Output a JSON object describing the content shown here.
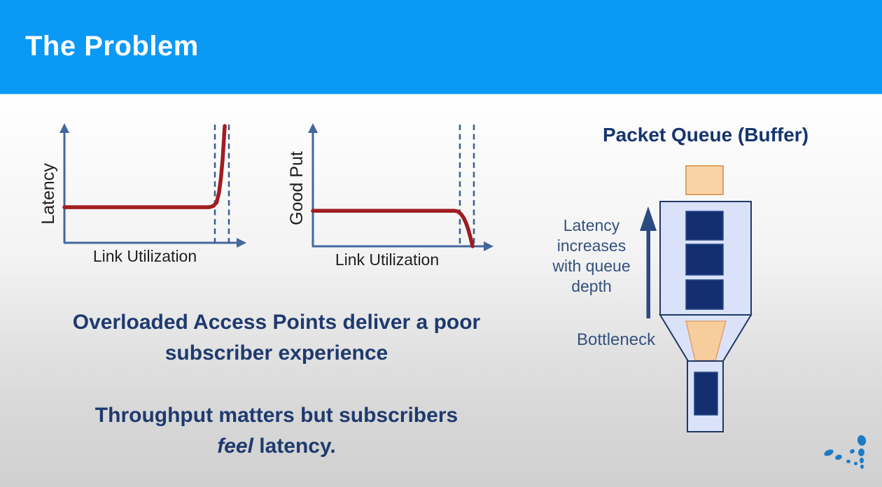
{
  "header": {
    "title": "The Problem"
  },
  "charts": [
    {
      "ylabel": "Latency",
      "xlabel": "Link Utilization"
    },
    {
      "ylabel": "Good Put",
      "xlabel": "Link Utilization"
    }
  ],
  "chart_data": [
    {
      "type": "line",
      "title": "",
      "xlabel": "Link Utilization",
      "ylabel": "Latency",
      "axes_numeric": false,
      "description": "Conceptual sketch: latency stays flat and low until link utilization approaches saturation, then rises almost vertically.",
      "annotations": [
        "two dashed vertical reference lines near full utilization"
      ],
      "line_color": "#a01d20",
      "x": [
        0,
        0.6,
        0.88,
        0.905,
        0.925,
        0.94,
        0.952,
        0.962,
        0.968,
        0.972,
        0.975
      ],
      "y": [
        0.305,
        0.305,
        0.305,
        0.315,
        0.345,
        0.43,
        0.56,
        0.72,
        0.85,
        0.94,
        1.0
      ]
    },
    {
      "type": "line",
      "title": "",
      "xlabel": "Link Utilization",
      "ylabel": "Good Put",
      "axes_numeric": false,
      "description": "Conceptual sketch: goodput stays flat until link utilization approaches saturation, then collapses to zero.",
      "annotations": [
        "two dashed vertical reference lines near full utilization"
      ],
      "line_color": "#a01d20",
      "x": [
        0,
        0.6,
        0.88,
        0.9,
        0.92,
        0.937,
        0.952,
        0.965,
        0.975,
        0.985,
        0.992
      ],
      "y": [
        0.295,
        0.295,
        0.295,
        0.29,
        0.268,
        0.235,
        0.19,
        0.14,
        0.09,
        0.04,
        0.0
      ]
    }
  ],
  "queue": {
    "title": "Packet Queue (Buffer)",
    "arrow_label": "Latency\nincreases\nwith queue\ndepth",
    "bottleneck_label": "Bottleneck"
  },
  "messages": {
    "line1": "Overloaded Access Points deliver a poor\nsubscriber experience",
    "line2a": "Throughput matters but subscribers",
    "line2_italic": "feel",
    "line2b": " latency."
  },
  "colors": {
    "header_bg": "#0b99f6",
    "title_text": "#ffffff",
    "navy_text": "#1e3a6e",
    "diagram_navy": "#16356f",
    "curve_red": "#a01d20",
    "axis_blue": "#44679e",
    "dash_blue": "#3d5c8f",
    "buffer_fill": "#d9e2f8",
    "packet_fill": "#132f70",
    "incoming_fill": "#fad3a4",
    "logo_blue": "#1d7bc4"
  }
}
